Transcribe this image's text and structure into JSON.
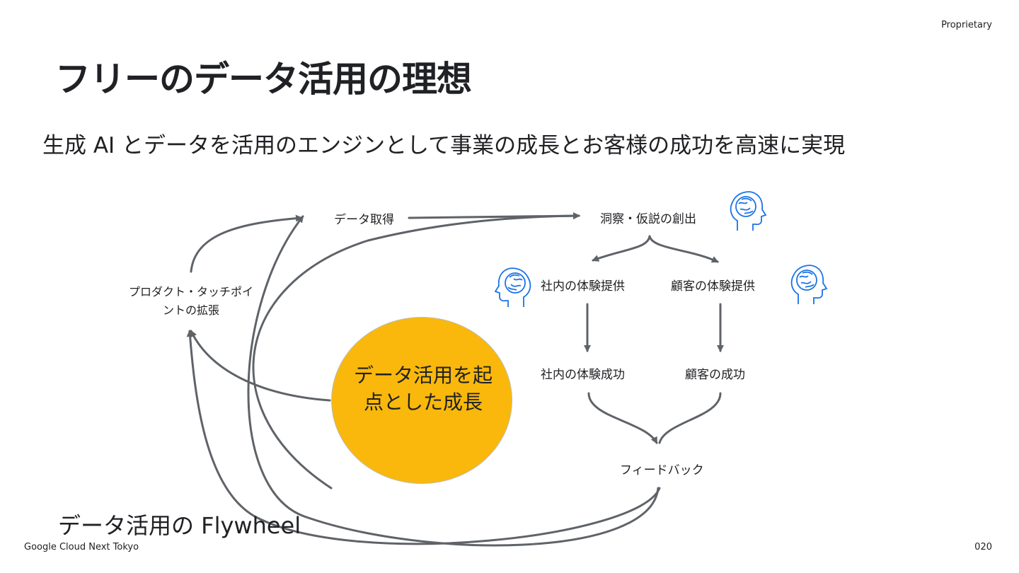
{
  "header": {
    "proprietary": "Proprietary",
    "title": "フリーのデータ活用の理想",
    "subtitle": "生成 AI とデータを活用のエンジンとして事業の成長とお客様の成功を高速に実現"
  },
  "diagram": {
    "hub": "データ活用を起点とした成長",
    "nodes": {
      "data_acquisition": "データ取得",
      "insight": "洞察・仮説の創出",
      "internal_experience": "社内の体験提供",
      "customer_experience": "顧客の体験提供",
      "internal_success": "社内の体験成功",
      "customer_success": "顧客の成功",
      "feedback": "フィードバック",
      "touchpoint": "プロダクト・タッチポイントの拡張"
    },
    "label": "データ活用の Flywheel",
    "icons": [
      "brain-head-icon",
      "brain-head-icon",
      "brain-head-icon"
    ],
    "colors": {
      "hub": "#f9b80b",
      "arrow": "#5f6368",
      "icon": "#1a73e8"
    }
  },
  "footer": {
    "event": "Google Cloud Next Tokyo",
    "page": "020"
  }
}
